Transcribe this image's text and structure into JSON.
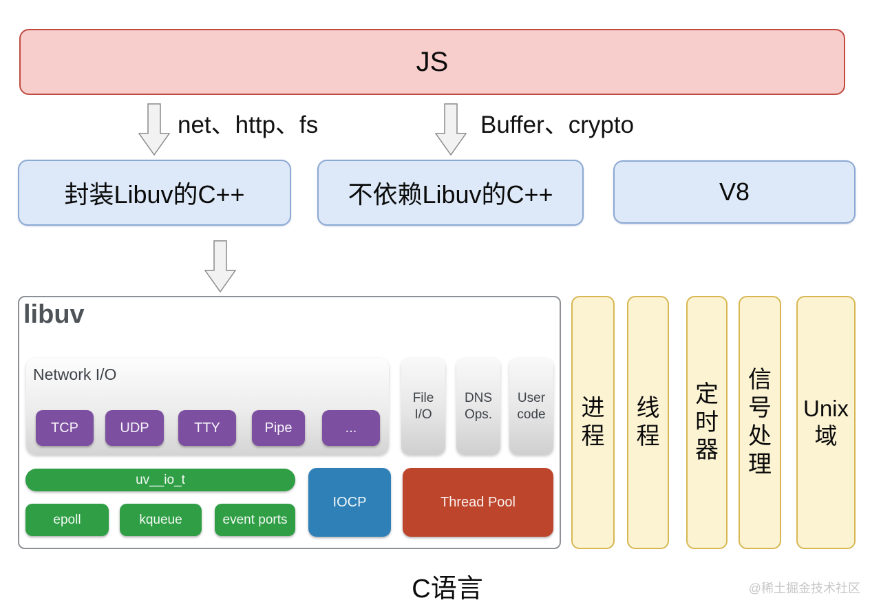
{
  "colors": {
    "js_fill": "#f7cecb",
    "js_border": "#bf4a41",
    "cpp_fill": "#dde9f8",
    "cpp_border": "#8ca9d4",
    "yellow_fill": "#fcf3d3",
    "yellow_border": "#d7b752",
    "purple": "#7c4fa0",
    "green": "#2f9e45",
    "iocp_blue": "#2e80b7",
    "pool_red": "#bd452c"
  },
  "top": {
    "js_label": "JS"
  },
  "arrows": {
    "left_label": "net、http、fs",
    "right_label": "Buffer、crypto"
  },
  "middle": {
    "boxes": [
      "封装Libuv的C++",
      "不依赖Libuv的C++",
      "V8"
    ]
  },
  "libuv": {
    "title": "libuv",
    "network_label": "Network I/O",
    "network_chips": [
      "TCP",
      "UDP",
      "TTY",
      "Pipe",
      "..."
    ],
    "side_cards": [
      "File\nI/O",
      "DNS\nOps.",
      "User\ncode"
    ],
    "uv_bar": "uv__io_t",
    "green_chips": [
      "epoll",
      "kqueue",
      "event ports"
    ],
    "iocp": "IOCP",
    "thread_pool": "Thread Pool"
  },
  "right_columns": [
    "进\n程",
    "线\n程",
    "定\n时\n器",
    "信\n号\n处\n理",
    "Unix\n域"
  ],
  "footer": {
    "caption": "C语言",
    "watermark": "@稀土掘金技术社区"
  }
}
